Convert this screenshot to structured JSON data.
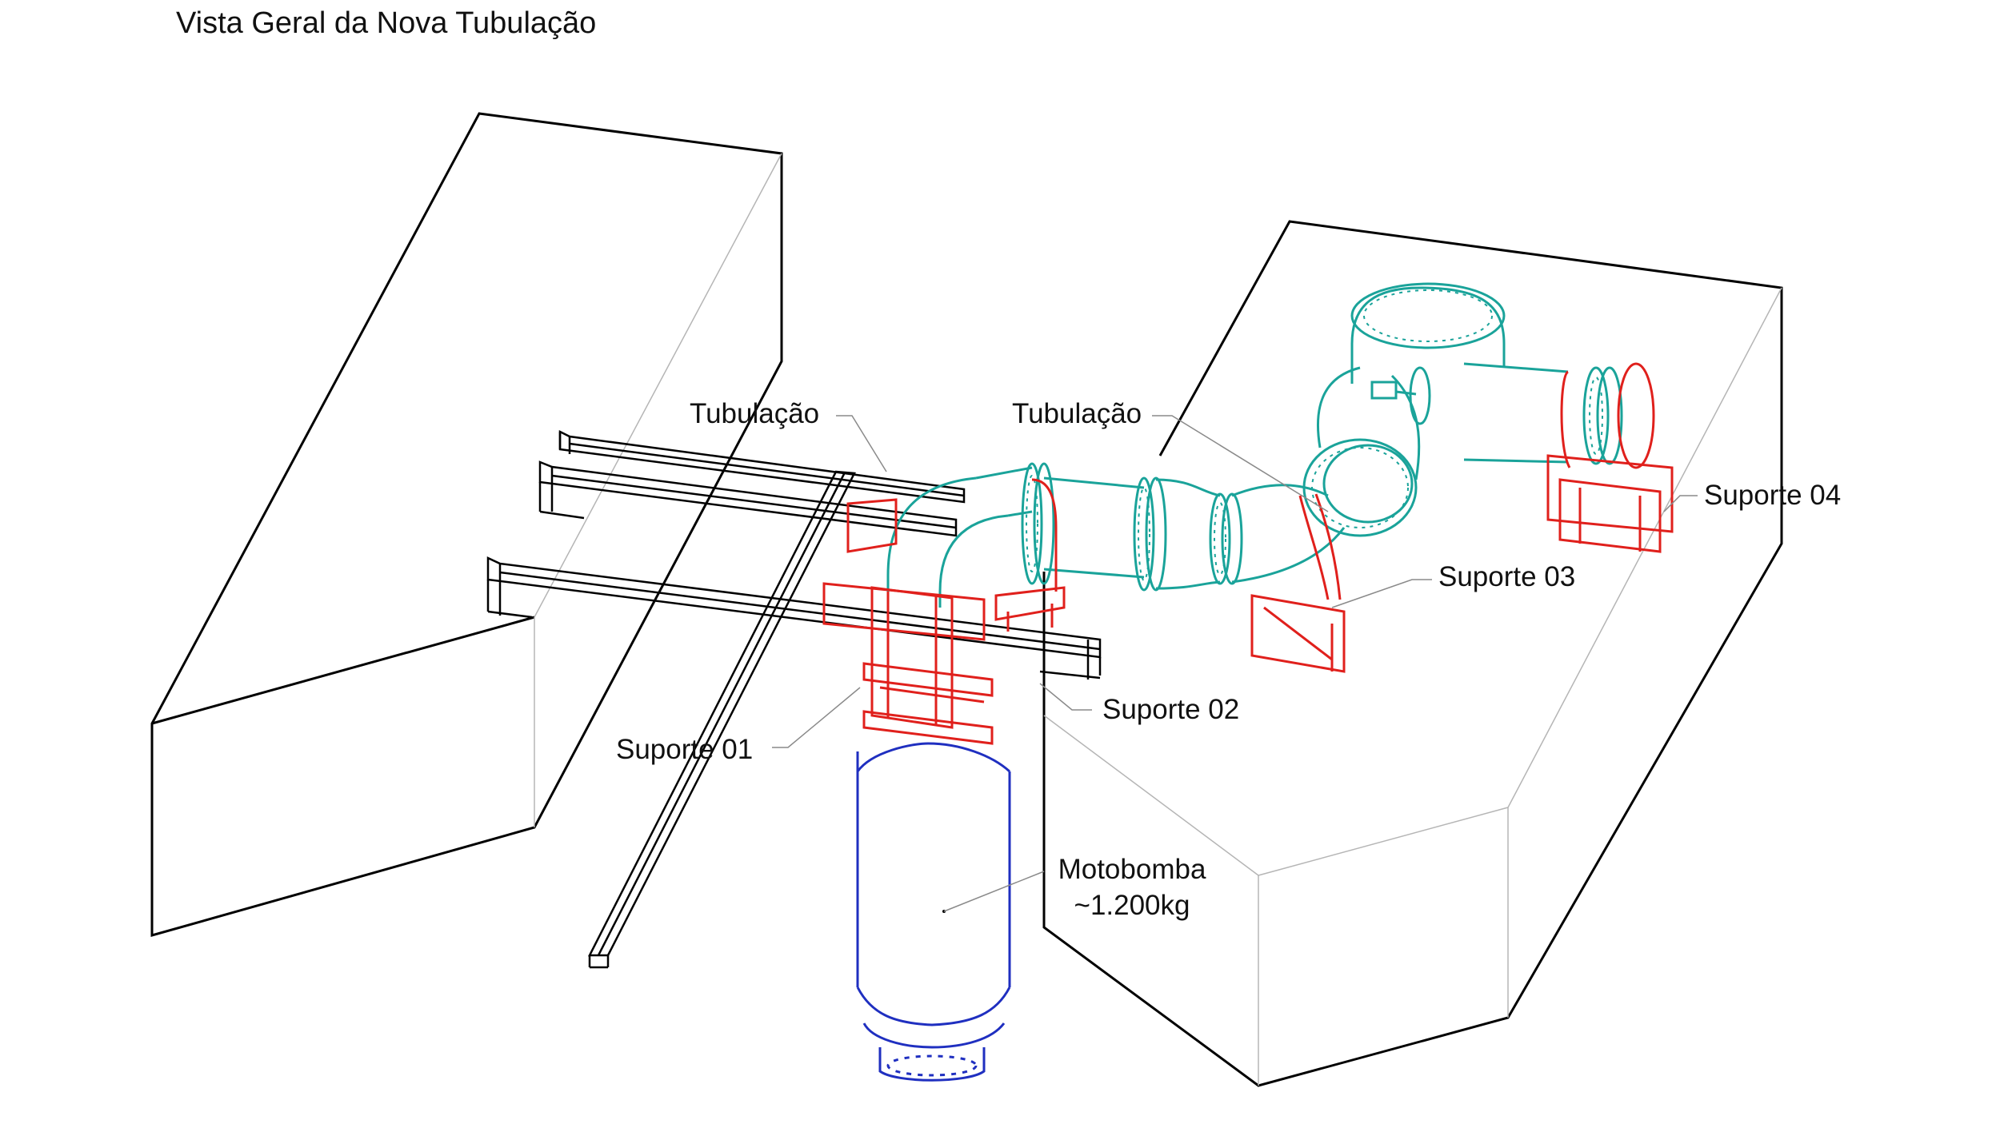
{
  "title": "Vista Geral da Nova Tubulação",
  "labels": {
    "tubulacao_left": "Tubulação",
    "tubulacao_right": "Tubulação",
    "suporte_01": "Suporte 01",
    "suporte_02": "Suporte 02",
    "suporte_03": "Suporte 03",
    "suporte_04": "Suporte 04",
    "motobomba_name": "Motobomba",
    "motobomba_weight": "~1.200kg"
  },
  "colors": {
    "structure": "#000000",
    "hidden_lines": "#b5b5b5",
    "pipe": "#1aa39a",
    "supports": "#e0201c",
    "pump": "#1f2fc0",
    "leader": "#8a8a8a"
  }
}
